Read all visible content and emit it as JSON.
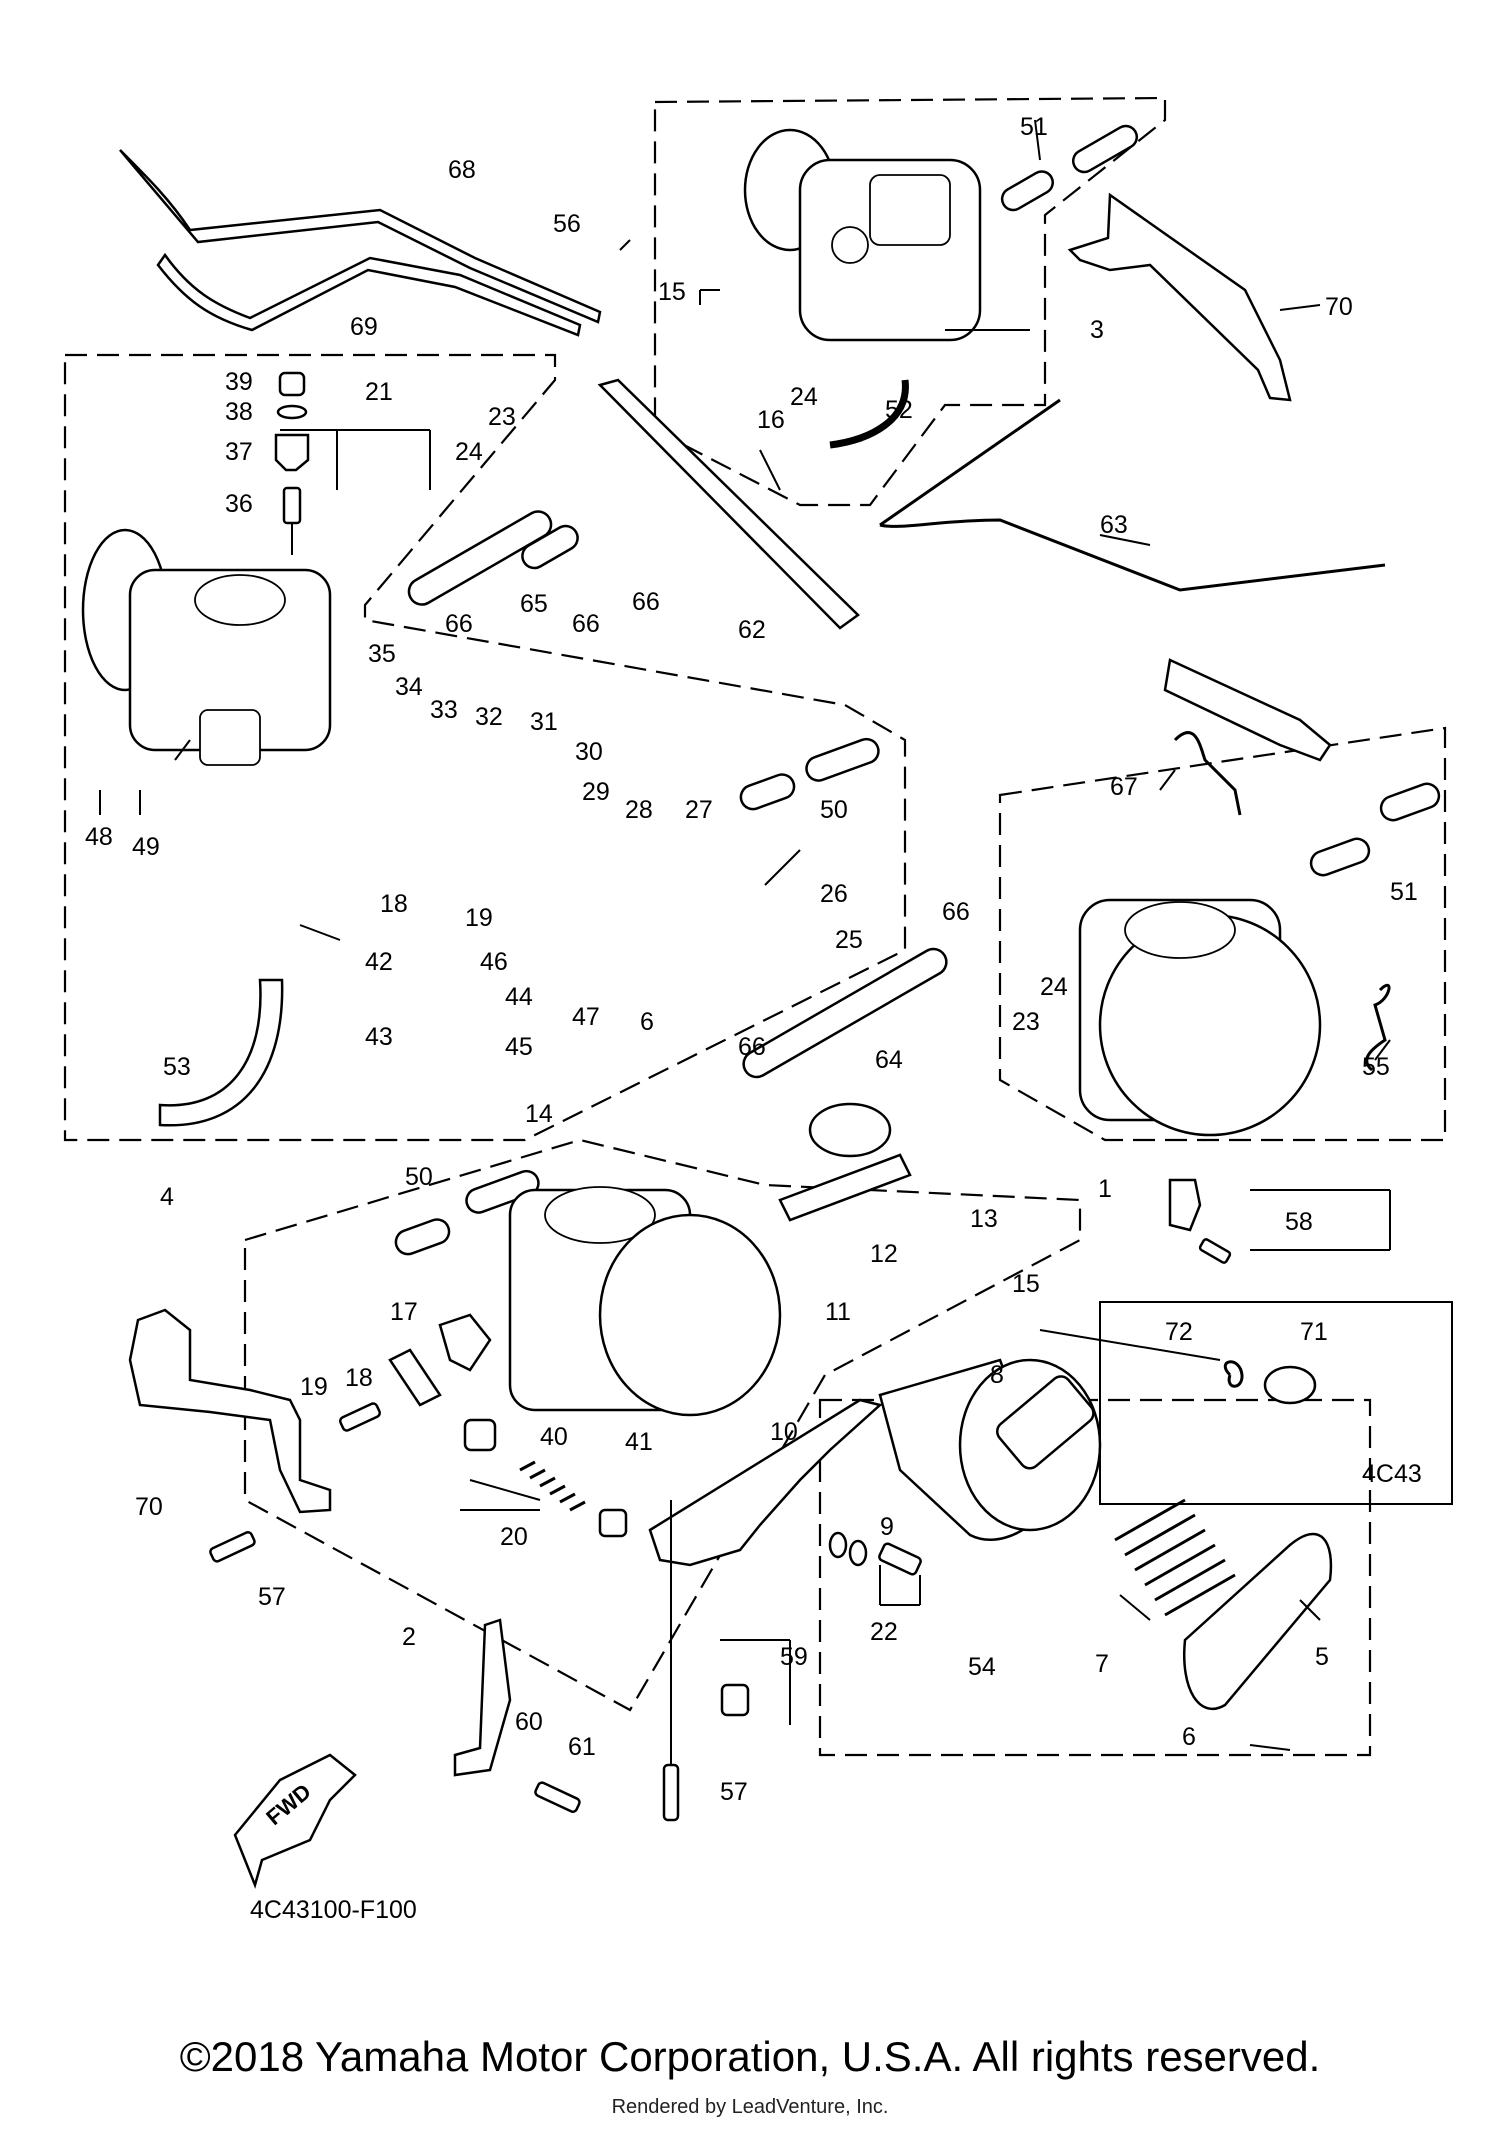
{
  "diagram": {
    "part_code": "4C43100-F100",
    "inset_label": "4C43",
    "direction_label": "FWD",
    "callouts": [
      "1",
      "2",
      "3",
      "4",
      "5",
      "6",
      "7",
      "8",
      "9",
      "10",
      "11",
      "12",
      "13",
      "14",
      "15",
      "16",
      "17",
      "18",
      "19",
      "20",
      "21",
      "22",
      "23",
      "24",
      "25",
      "26",
      "27",
      "28",
      "29",
      "30",
      "31",
      "32",
      "33",
      "34",
      "35",
      "36",
      "37",
      "38",
      "39",
      "40",
      "41",
      "42",
      "43",
      "44",
      "45",
      "46",
      "47",
      "48",
      "49",
      "50",
      "51",
      "52",
      "53",
      "54",
      "55",
      "56",
      "57",
      "58",
      "59",
      "60",
      "61",
      "62",
      "63",
      "64",
      "65",
      "66",
      "67",
      "68",
      "69",
      "70",
      "71",
      "72"
    ]
  },
  "footer": {
    "copyright": "©2018 Yamaha Motor Corporation, U.S.A. All rights reserved.",
    "rendered_by": "Rendered by LeadVenture, Inc."
  }
}
